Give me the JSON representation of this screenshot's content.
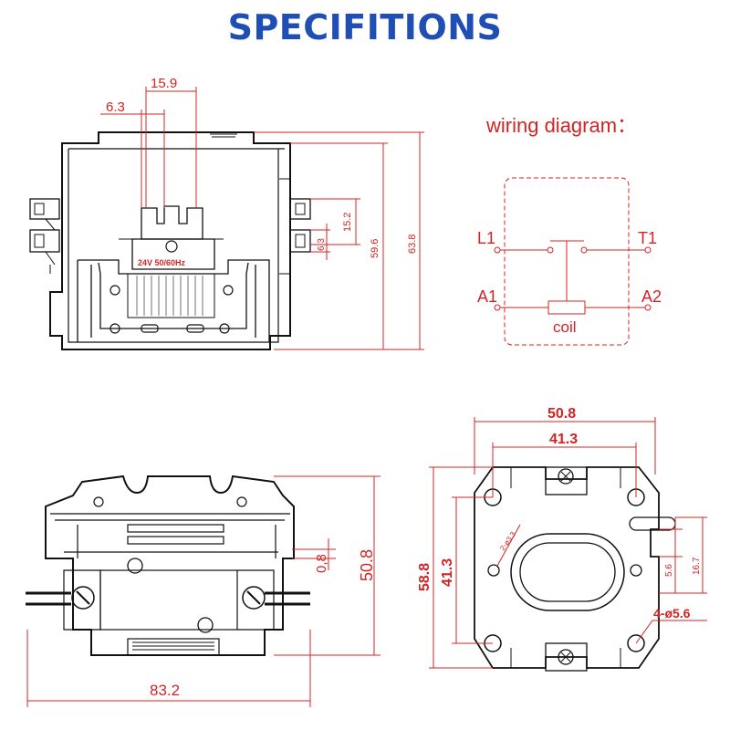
{
  "title": "SPECIFITIONS",
  "colors": {
    "title": "#1f4fb4",
    "dimension": "#d42323",
    "line": "#111111"
  },
  "front_view": {
    "dim_15_9": "15.9",
    "dim_6_3_top": "6.3",
    "dim_15_2": "15.2",
    "dim_6_3_side": "6.3",
    "dim_59_6": "59.6",
    "dim_63_8": "63.8",
    "coil_label": "24V  50/60Hz"
  },
  "wiring": {
    "title": "wiring diagram：",
    "l1": "L1",
    "t1": "T1",
    "a1": "A1",
    "a2": "A2",
    "coil": "coil"
  },
  "bottom_view": {
    "dim_0_8": "0,8",
    "dim_50_8": "50.8",
    "dim_83_2": "83.2"
  },
  "mount_view": {
    "dim_50_8": "50.8",
    "dim_41_3_h": "41.3",
    "dim_58_8": "58.8",
    "dim_41_3_v": "41.3",
    "dim_2_hole": "2-ø3.3",
    "dim_5_6": "5.6",
    "dim_16_7": "16.7",
    "dim_4_hole": "4-ø5.6"
  }
}
